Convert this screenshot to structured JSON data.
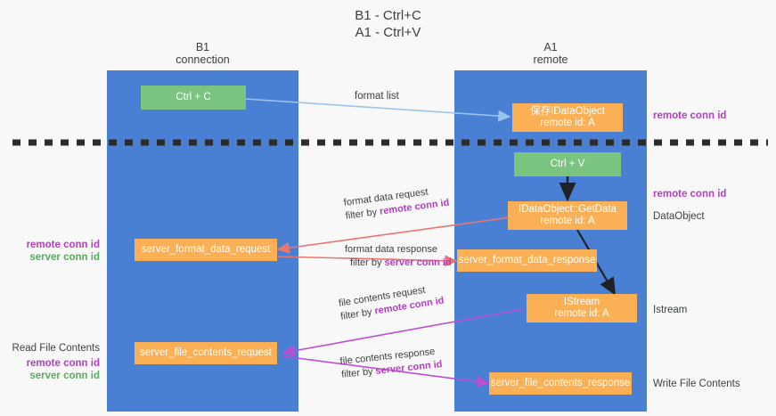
{
  "title": "B1 - Ctrl+C\nA1 - Ctrl+V",
  "lanes": [
    {
      "id": "b1",
      "header": "B1\nconnection"
    },
    {
      "id": "a1",
      "header": "A1\nremote"
    }
  ],
  "nodes": {
    "ctrl_c": {
      "label": "Ctrl + C",
      "color": "green"
    },
    "save_dataobject": {
      "label": "保存IDataObject\nremote id: A",
      "color": "orange"
    },
    "ctrl_v": {
      "label": "Ctrl + V",
      "color": "green"
    },
    "getdata": {
      "label": "IDataObject::GetData\nremote id: A",
      "color": "orange"
    },
    "server_format_data_request": {
      "label": "server_format_data_request",
      "color": "orange"
    },
    "server_format_data_response": {
      "label": "server_format_data_response",
      "color": "orange"
    },
    "istream": {
      "label": "IStream\nremote id: A",
      "color": "orange"
    },
    "server_file_contents_request": {
      "label": "server_file_contents_request",
      "color": "orange"
    },
    "server_file_contents_response": {
      "label": "server_file_contents_response",
      "color": "orange"
    }
  },
  "edge_labels": {
    "format_list": "format list",
    "format_data_request": {
      "line1": "format data request",
      "line2_prefix": "filter by ",
      "line2_key": "remote conn id"
    },
    "format_data_response": {
      "line1": "format data response",
      "line2_prefix": "filter by ",
      "line2_key": "server conn id"
    },
    "file_contents_request": {
      "line1": "file contents request",
      "line2_prefix": "filter by ",
      "line2_key": "remote conn id"
    },
    "file_contents_response": {
      "line1": "file contents response",
      "line2_prefix": "filter by ",
      "line2_key": "server conn id"
    }
  },
  "annotations": {
    "right_remote_conn_id_top": "remote conn id",
    "right_remote_conn_id_mid": "remote conn id",
    "right_dataobject": "DataObject",
    "right_istream": "Istream",
    "right_write_file_contents": "Write File Contents",
    "left_remote_conn_id_mid": "remote conn id",
    "left_server_conn_id_mid": "server conn id",
    "left_read_file_contents": "Read File Contents",
    "left_remote_conn_id_bot": "remote conn id",
    "left_server_conn_id_bot": "server conn id"
  },
  "colors": {
    "lane": "#4a80d4",
    "orange": "#fbb055",
    "green": "#7ac47f",
    "purple": "#b23fbf",
    "green_text": "#5aa95f",
    "red_arrow": "#e8766e",
    "blue_arrow": "#9cc4ea",
    "purple_arrow": "#bb4fd0",
    "black": "#202124",
    "background": "#f8f8f8"
  }
}
